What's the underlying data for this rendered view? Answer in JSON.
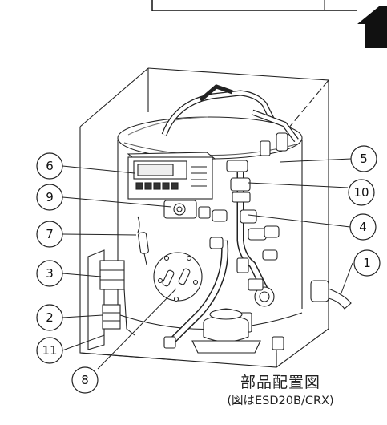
{
  "caption": {
    "title": "部品配置図",
    "subtitle": "(図はESD20B/CRX)"
  },
  "callouts": [
    {
      "id": "c1",
      "label": "1"
    },
    {
      "id": "c2",
      "label": "2"
    },
    {
      "id": "c3",
      "label": "3"
    },
    {
      "id": "c4",
      "label": "4"
    },
    {
      "id": "c5",
      "label": "5"
    },
    {
      "id": "c6",
      "label": "6"
    },
    {
      "id": "c7",
      "label": "7"
    },
    {
      "id": "c8",
      "label": "8"
    },
    {
      "id": "c9",
      "label": "9"
    },
    {
      "id": "c10",
      "label": "10"
    },
    {
      "id": "c11",
      "label": "11"
    }
  ]
}
